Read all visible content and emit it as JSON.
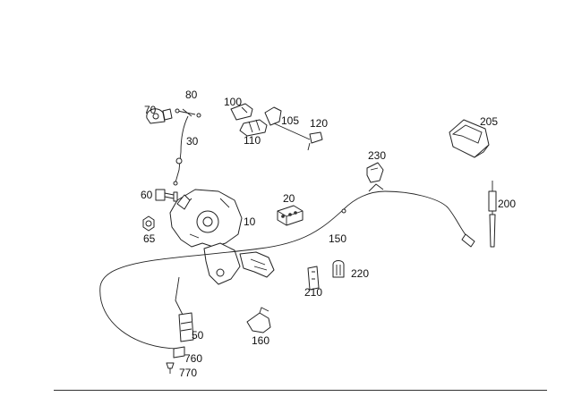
{
  "callouts": [
    {
      "id": "10",
      "label": "10"
    },
    {
      "id": "20",
      "label": "20"
    },
    {
      "id": "30",
      "label": "30"
    },
    {
      "id": "50",
      "label": "50"
    },
    {
      "id": "60",
      "label": "60"
    },
    {
      "id": "65",
      "label": "65"
    },
    {
      "id": "70",
      "label": "70"
    },
    {
      "id": "80",
      "label": "80"
    },
    {
      "id": "100",
      "label": "100"
    },
    {
      "id": "105",
      "label": "105"
    },
    {
      "id": "110",
      "label": "110"
    },
    {
      "id": "120",
      "label": "120"
    },
    {
      "id": "150",
      "label": "150"
    },
    {
      "id": "160",
      "label": "160"
    },
    {
      "id": "200",
      "label": "200"
    },
    {
      "id": "205",
      "label": "205"
    },
    {
      "id": "210",
      "label": "210"
    },
    {
      "id": "220",
      "label": "220"
    },
    {
      "id": "230",
      "label": "230"
    },
    {
      "id": "760",
      "label": "760"
    },
    {
      "id": "770",
      "label": "770"
    }
  ]
}
